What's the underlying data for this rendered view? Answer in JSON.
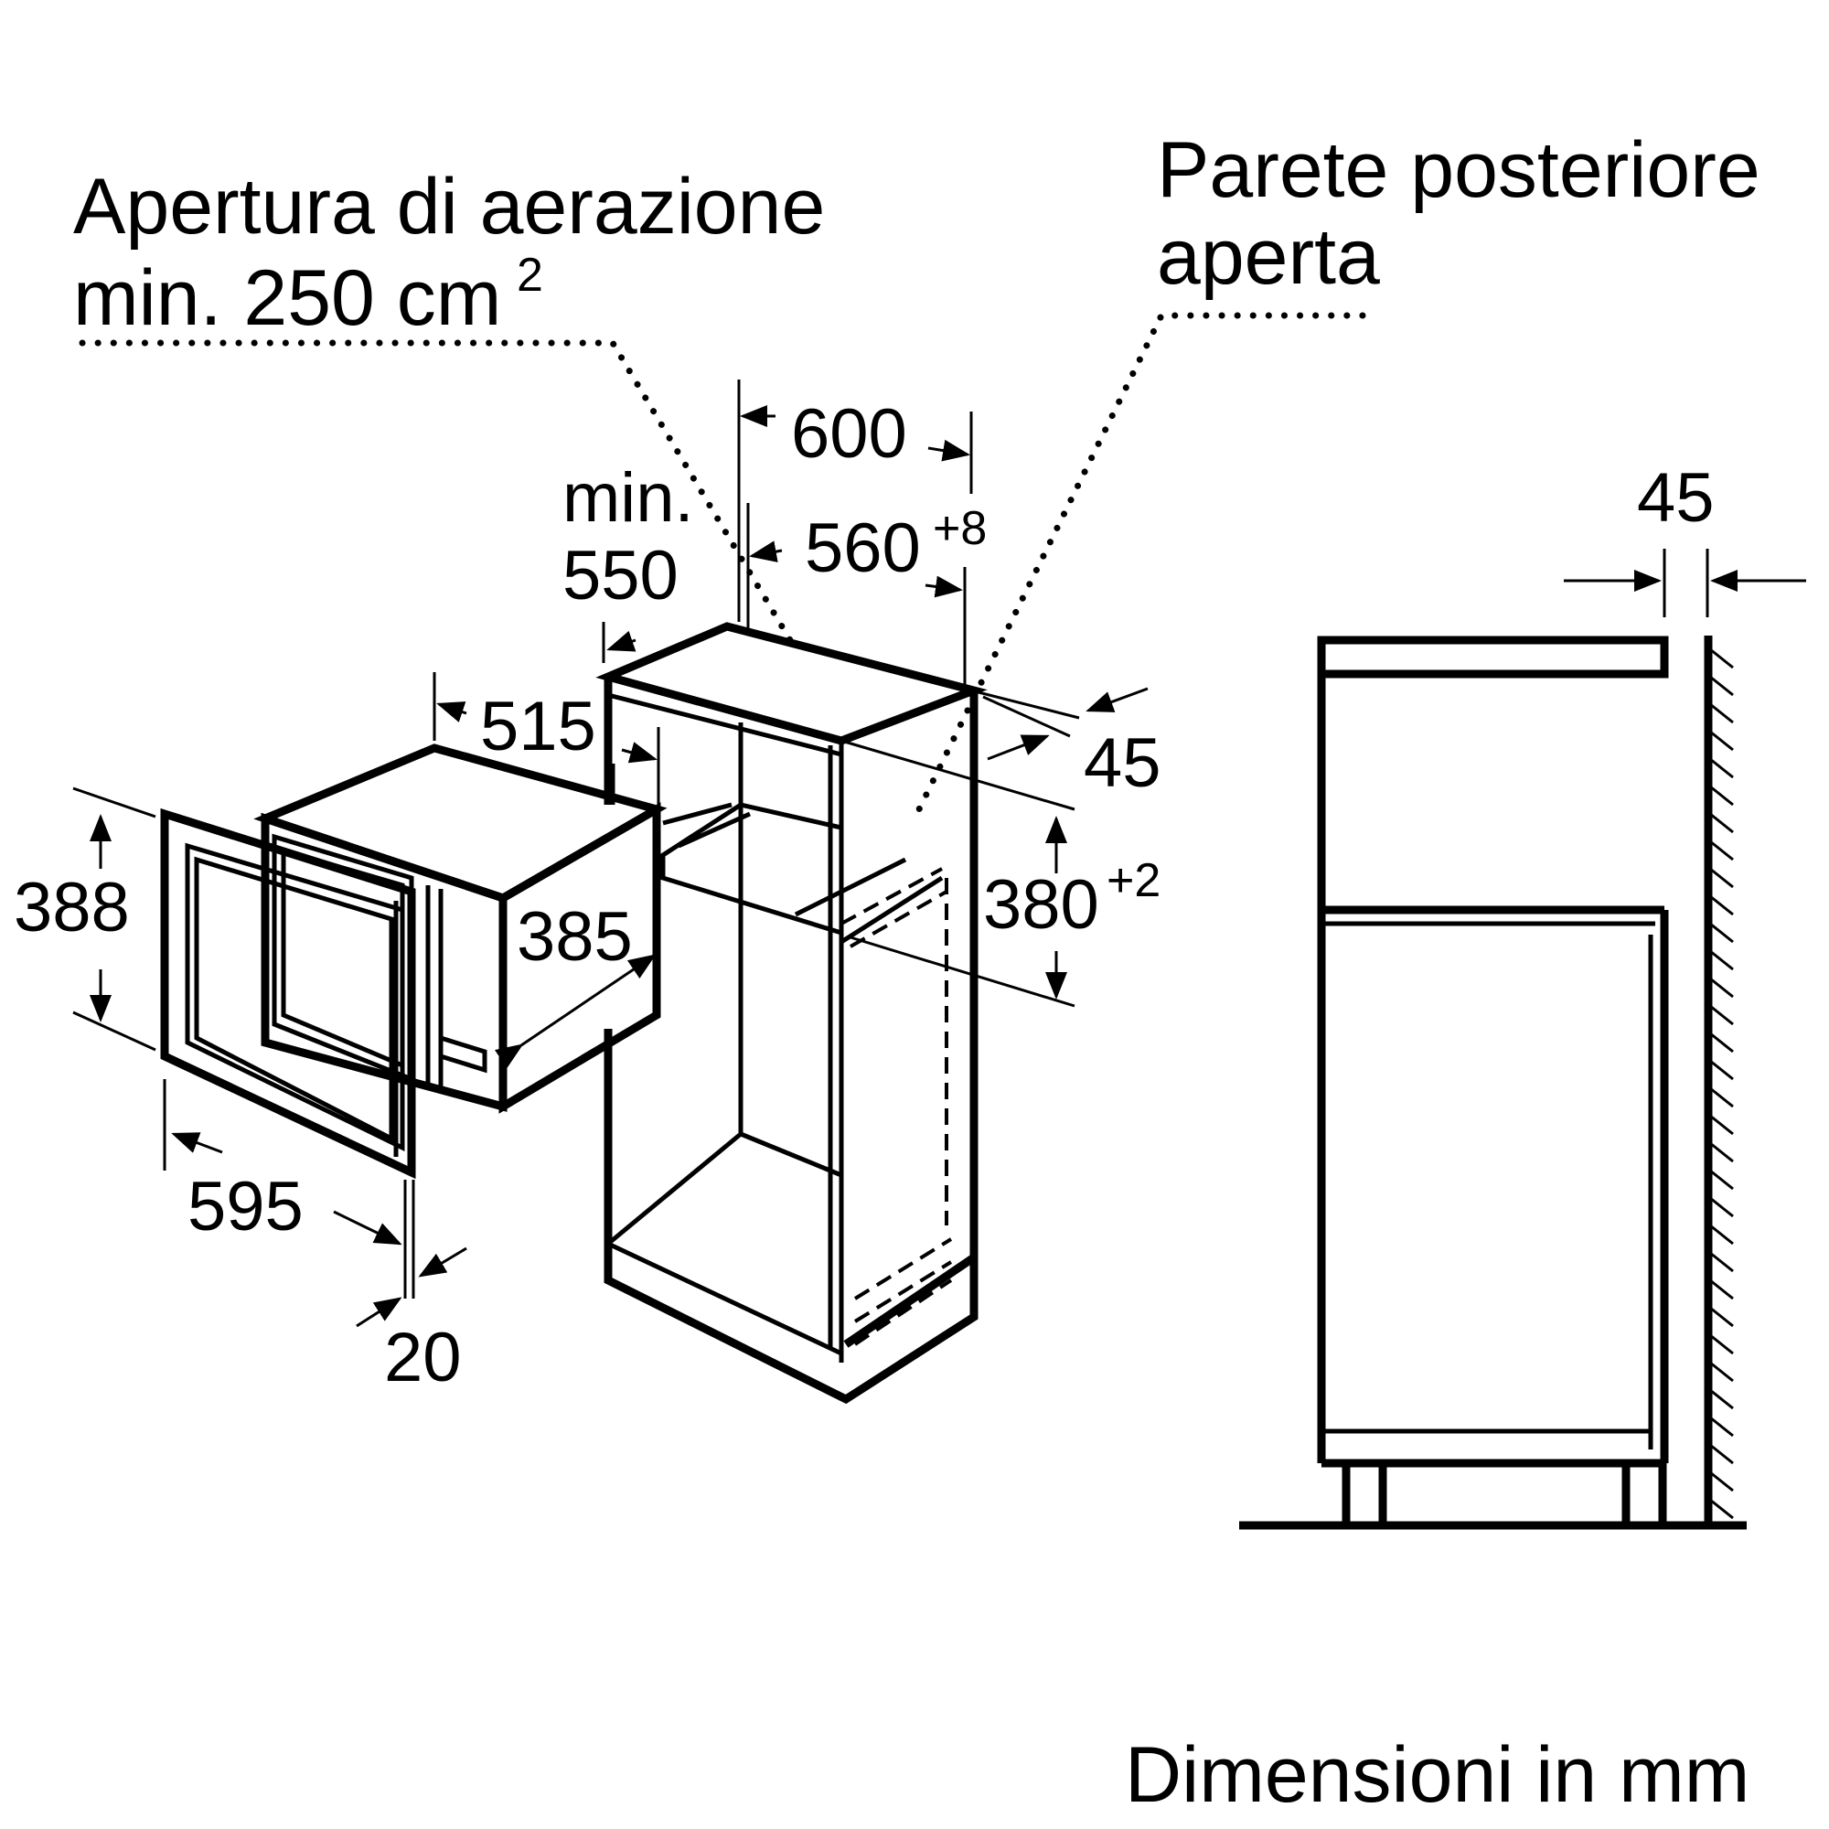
{
  "labels": {
    "ventilation_line1": "Apertura di aerazione",
    "ventilation_line2": "min. 250 cm",
    "ventilation_sup": "2",
    "rear_wall_line1": "Parete posteriore",
    "rear_wall_line2": "aperta",
    "units": "Dimensioni in mm"
  },
  "dimensions": {
    "d600": "600",
    "min_label": "min.",
    "d550": "550",
    "d560": "560",
    "d560_tol": "+8",
    "d515": "515",
    "d45_cabinet": "45",
    "d380": "380",
    "d380_tol": "+2",
    "d388": "388",
    "d385": "385",
    "d595": "595",
    "d20": "20",
    "d45_side": "45"
  },
  "colors": {
    "line": "#000000",
    "background": "#ffffff"
  }
}
